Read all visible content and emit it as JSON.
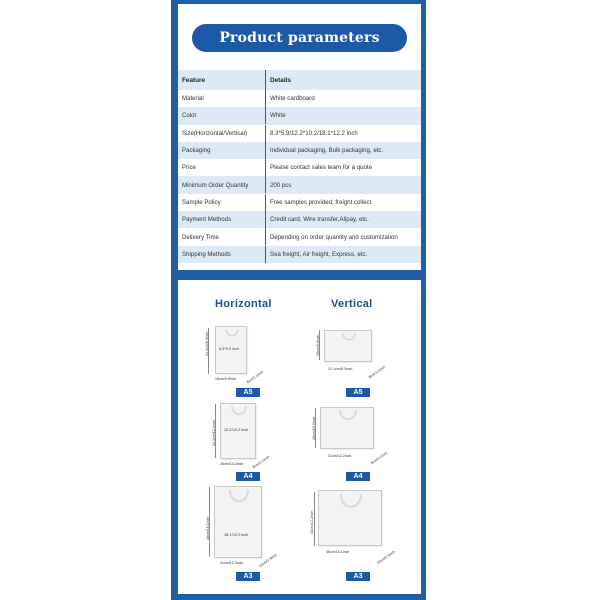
{
  "title": "Product parameters",
  "table": {
    "header": {
      "feature": "Feature",
      "details": "Details"
    },
    "rows": [
      {
        "feature": "Material",
        "details": "White cardboard"
      },
      {
        "feature": "Color",
        "details": "White"
      },
      {
        "feature": "Size(Horizontal/Vertical)",
        "details": "8.3*5.9/12.2*10.2/18.1*12.2 inch"
      },
      {
        "feature": "Packaging",
        "details": "Individual packaging, Bulk packaging, etc."
      },
      {
        "feature": "Price",
        "details": "Please contact sales team for a quote"
      },
      {
        "feature": "Minimum Order Quantity",
        "details": "200 pcs"
      },
      {
        "feature": "Sample Policy",
        "details": "Free samples provided, freight collect"
      },
      {
        "feature": "Payment Methods",
        "details": "Credit card, Wire transfer,Alipay, etc."
      },
      {
        "feature": "Delivery Time",
        "details": "Depending on order quantity and customization"
      },
      {
        "feature": "Shipping Methods",
        "details": "Sea freight, Air freight, Express, etc."
      }
    ]
  },
  "sizes": {
    "horizontal_heading": "Horizontal",
    "vertical_heading": "Vertical",
    "horizontal": [
      {
        "label": "A5",
        "inch": "8.3*5.9 inch",
        "height": "21.1cm/8.3inch",
        "width": "15cm/5.9inch",
        "depth": "8cm/3.1inch"
      },
      {
        "label": "A4",
        "inch": "12.2*10.2 inch",
        "height": "31.1cm/12.2inch",
        "width": "26cm/10.2inch",
        "depth": "8cm/3.1inch"
      },
      {
        "label": "A3",
        "inch": "18.1*12.2 inch",
        "height": "46cm/18.1inch",
        "width": "31cm/12.2inch",
        "depth": "10cm/3.9inch"
      }
    ],
    "vertical": [
      {
        "label": "A5",
        "height": "15cm/5.9inch",
        "width": "21.1cm/8.3inch",
        "depth": "8cm/3.1inch"
      },
      {
        "label": "A4",
        "height": "26cm/10.2inch",
        "width": "31cm/12.2inch",
        "depth": "8cm/3.1inch"
      },
      {
        "label": "A3",
        "height": "31cm/12.2inch",
        "width": "46cm/18.1inch",
        "depth": "10cm/3.9inch"
      }
    ]
  },
  "colors": {
    "brand_blue": "#1f5fa7",
    "row_tint": "#dde9f5"
  }
}
